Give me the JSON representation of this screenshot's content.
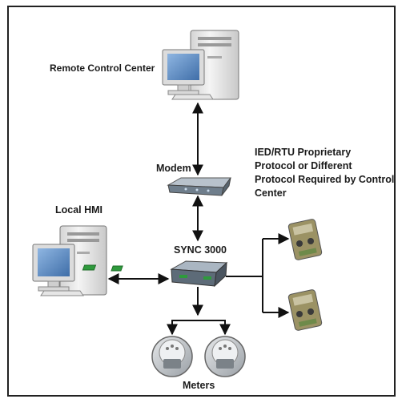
{
  "diagram": {
    "nodes": {
      "remote_control_center": {
        "label": "Remote Control Center",
        "icon": "computer-workstation-icon"
      },
      "modem": {
        "label": "Modem",
        "icon": "modem-icon"
      },
      "local_hmi": {
        "label": "Local HMI",
        "icon": "computer-workstation-icon"
      },
      "sync": {
        "label": "SYNC 3000",
        "icon": "sync-3000-device-icon"
      },
      "ied_rtu": {
        "label_lines": [
          "IED/RTU Proprietary",
          "Protocol or  Different",
          "Protocol Required by Control",
          "Center"
        ],
        "icon": "relay-device-icon"
      },
      "meters": {
        "label": "Meters",
        "icon": "meter-icon"
      }
    },
    "connections": [
      {
        "from": "Remote Control Center",
        "to": "Modem",
        "arrows": "both"
      },
      {
        "from": "Modem",
        "to": "SYNC 3000",
        "arrows": "both"
      },
      {
        "from": "Local HMI",
        "to": "SYNC 3000",
        "arrows": "both"
      },
      {
        "from": "SYNC 3000",
        "to": "IED/RTU devices",
        "arrows": "to"
      },
      {
        "from": "SYNC 3000",
        "to": "Meters",
        "arrows": "to"
      }
    ],
    "colors": {
      "line": "#111111",
      "computer_body": "#e9e9e9",
      "screen": "#5f8fc8",
      "device_body": "#8a9aa8",
      "terminal_green": "#2e9a3c",
      "meter_body": "#bfc3c7"
    }
  }
}
